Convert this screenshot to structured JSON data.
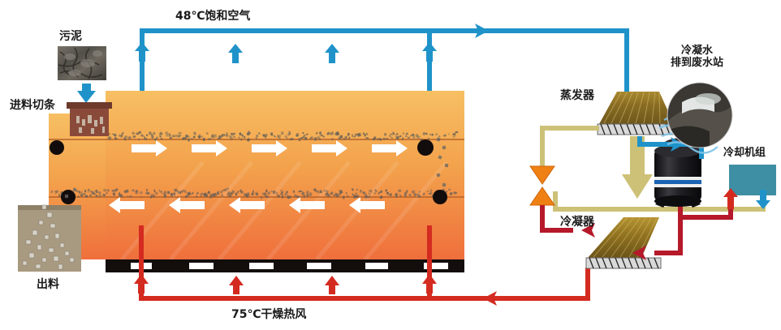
{
  "diagram": {
    "title_hidden": "",
    "colors": {
      "hot_air_pipe": "#d42b20",
      "saturated_air_pipe": "#1f93c9",
      "refrigerant_liquid": "#cdc177",
      "refrigerant_gas": "#b5192a",
      "chamber_top": "#f5b553",
      "chamber_bottom": "#ef6f3c",
      "base_strip": "#1a1010",
      "cooling_unit_box": "#3f8fa4",
      "valve": "#ef8013",
      "feed_box": "#8a4a3a",
      "discharge_box": "#a89a80"
    },
    "labels": {
      "saturated_air": "48℃饱和空气",
      "hot_dry_air": "75℃干燥热风",
      "sludge": "污泥",
      "feed_cutter": "进料切条",
      "discharge": "出料",
      "evaporator": "蒸发器",
      "condenser": "冷凝器",
      "condensate_drain": "冷凝水\n排到废水站",
      "cooling_unit": "冷却机组"
    },
    "chamber": {
      "belts": [
        {
          "direction": "right",
          "arrow_count": 5
        },
        {
          "direction": "left",
          "arrow_count": 5
        }
      ],
      "rollers": 4,
      "vent_slots": 6
    },
    "flow_arrows": {
      "air_up_count": 4,
      "air_in_count": 4
    },
    "components": [
      {
        "name": "sludge-photo",
        "kind": "image-placeholder"
      },
      {
        "name": "feed-cutter-box",
        "kind": "box"
      },
      {
        "name": "discharge-box",
        "kind": "box"
      },
      {
        "name": "evaporator-coil",
        "kind": "coil"
      },
      {
        "name": "condenser-coil",
        "kind": "coil"
      },
      {
        "name": "compressor",
        "kind": "compressor"
      },
      {
        "name": "expansion-valve",
        "kind": "valve"
      },
      {
        "name": "cooling-unit",
        "kind": "box"
      },
      {
        "name": "condensate-photo",
        "kind": "image-placeholder"
      }
    ]
  }
}
